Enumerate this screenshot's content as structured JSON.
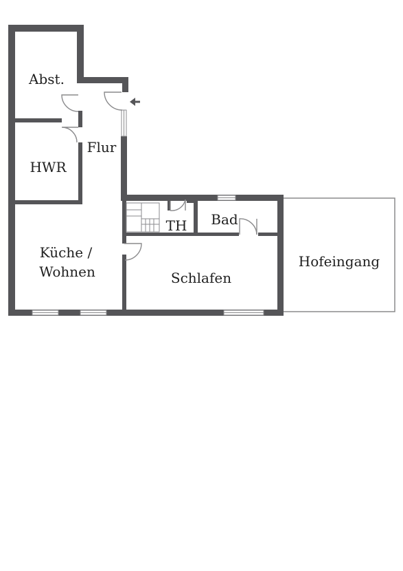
{
  "colors": {
    "wall": "#555558",
    "thin_line": "#8a8a8c",
    "text": "#1f1f1f",
    "background": "#ffffff"
  },
  "rooms": {
    "abst": "Abst.",
    "hwr": "HWR",
    "flur": "Flur",
    "kueche_line1": "Küche /",
    "kueche_line2": "Wohnen",
    "th": "TH",
    "bad": "Bad",
    "schlafen": "Schlafen",
    "hofeingang": "Hofeingang"
  },
  "icons": {
    "entrance": "entrance-arrow-icon",
    "stairs": "staircase-icon"
  }
}
